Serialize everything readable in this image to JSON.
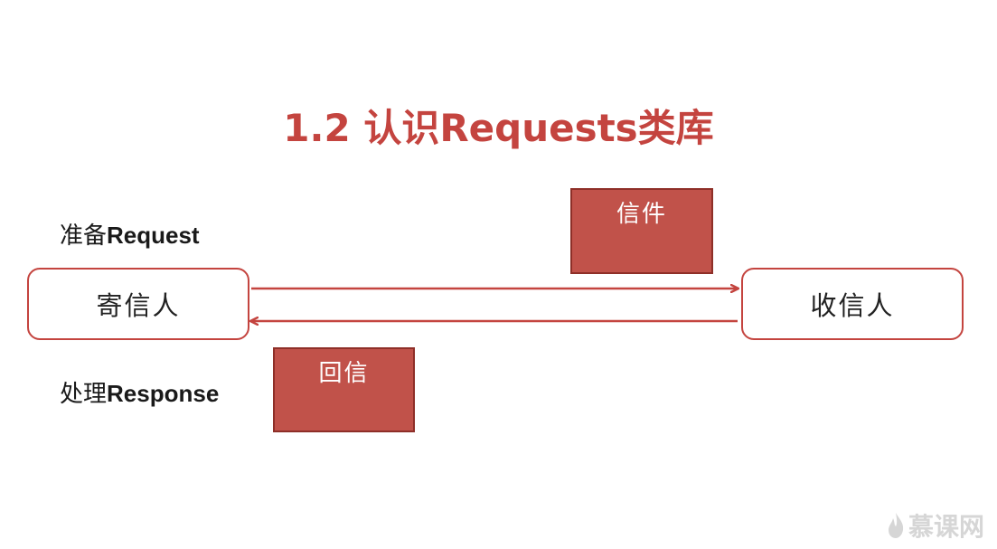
{
  "title": "1.2 认识Requests类库",
  "labels": {
    "request_cn": "准备",
    "request_en": "Request",
    "response_cn": "处理",
    "response_en": "Response"
  },
  "nodes": {
    "sender": "寄信人",
    "receiver": "收信人"
  },
  "messages": {
    "letter": "信件",
    "reply": "回信"
  },
  "watermark": "慕课网",
  "colors": {
    "accent": "#c4443f",
    "message_fill": "#c1524a",
    "message_border": "#8e2f28",
    "watermark": "#d6d6d6"
  }
}
